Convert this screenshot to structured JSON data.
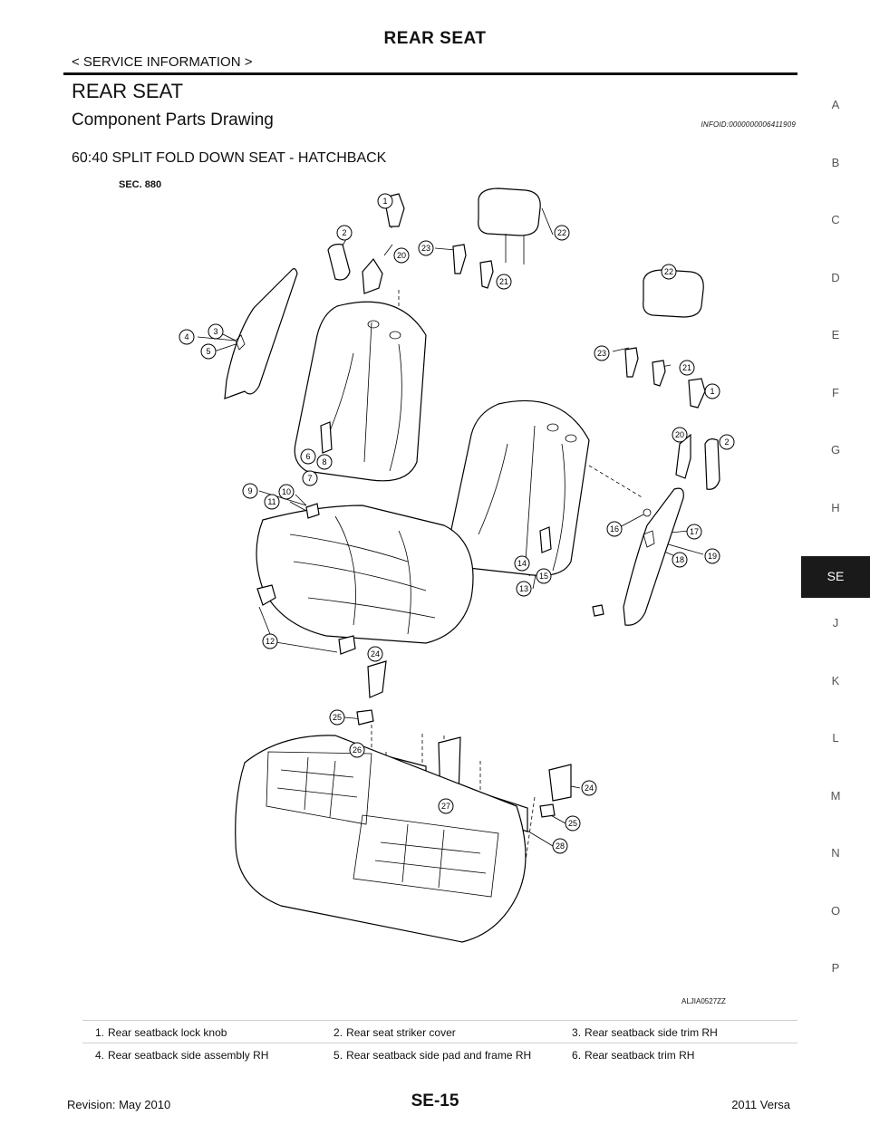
{
  "header": {
    "title": "REAR SEAT",
    "subtitle": "< SERVICE INFORMATION >"
  },
  "section": {
    "title": "REAR SEAT",
    "subtitle": "Component Parts Drawing",
    "info_id": "INFOID:0000000006411909",
    "variant": "60:40 SPLIT FOLD DOWN SEAT - HATCHBACK"
  },
  "diagram": {
    "sec_label": "SEC. 880",
    "figure_code": "ALJIA0527ZZ"
  },
  "side_nav": [
    "A",
    "B",
    "C",
    "D",
    "E",
    "F",
    "G",
    "H",
    "SE",
    "J",
    "K",
    "L",
    "M",
    "N",
    "O",
    "P"
  ],
  "side_nav_active": "SE",
  "legend": [
    {
      "num": "1.",
      "text": "Rear seatback lock knob"
    },
    {
      "num": "2.",
      "text": "Rear seat striker cover"
    },
    {
      "num": "3.",
      "text": "Rear seatback side trim RH"
    },
    {
      "num": "4.",
      "text": "Rear seatback side assembly RH"
    },
    {
      "num": "5.",
      "text": "Rear seatback side pad and frame RH"
    },
    {
      "num": "6.",
      "text": "Rear seatback trim RH"
    }
  ],
  "footer": {
    "revision": "Revision: May 2010",
    "page": "SE-15",
    "model": "2011 Versa"
  }
}
